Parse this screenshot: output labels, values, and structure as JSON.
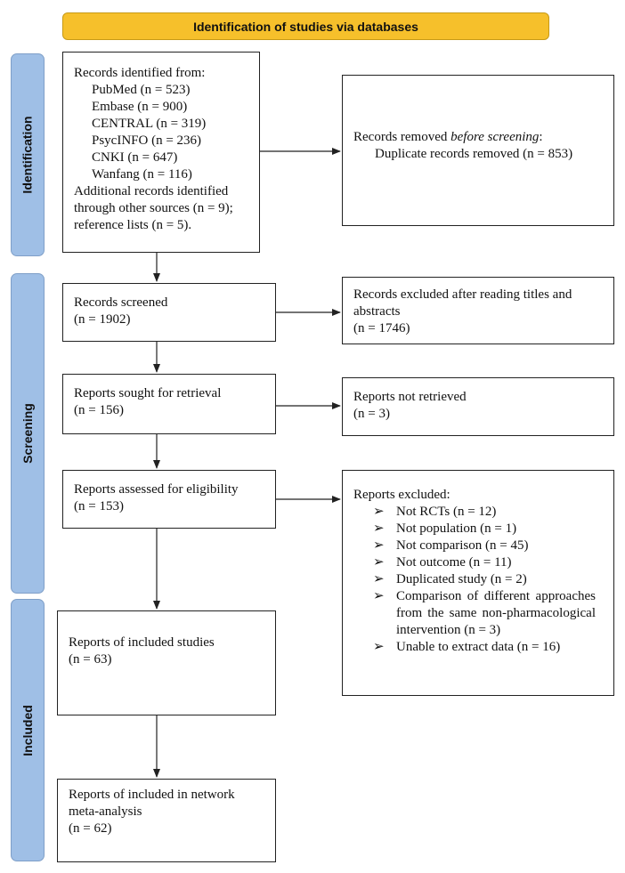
{
  "banner": {
    "title": "Identification of studies via databases"
  },
  "phases": {
    "identification": "Identification",
    "screening": "Screening",
    "included": "Included"
  },
  "identified": {
    "heading": "Records identified from:",
    "sources": [
      "PubMed (n = 523)",
      "Embase (n = 900)",
      "CENTRAL (n = 319)",
      "PsycINFO (n = 236)",
      "CNKI (n = 647)",
      "Wanfang (n = 116)"
    ],
    "additional_1": "Additional records identified",
    "additional_2": "through other sources (n = 9);",
    "additional_3": "reference lists (n = 5)."
  },
  "removed": {
    "heading_prefix": "Records removed ",
    "heading_emphasis": "before screening",
    "heading_suffix": ":",
    "detail": "Duplicate records removed (n = 853)"
  },
  "screened": {
    "label": "Records screened",
    "count": "(n = 1902)"
  },
  "excluded_titles": {
    "label_1": "Records excluded after reading titles and",
    "label_2": "abstracts",
    "count": "(n = 1746)"
  },
  "sought": {
    "label": "Reports sought for retrieval",
    "count": "(n = 156)"
  },
  "not_retrieved": {
    "label": "Reports not retrieved",
    "count": "(n = 3)"
  },
  "assessed": {
    "label": "Reports assessed for eligibility",
    "count": "(n = 153)"
  },
  "reports_excluded": {
    "heading": "Reports excluded:",
    "bullet": "➢",
    "items": [
      "Not RCTs (n = 12)",
      "Not population (n = 1)",
      "Not comparison (n = 45)",
      "Not outcome (n = 11)",
      "Duplicated study (n = 2)",
      "Comparison of different approaches from the same non-pharmacological intervention (n = 3)",
      "Unable to extract data (n = 16)"
    ]
  },
  "included_studies": {
    "label": "Reports of included studies",
    "count": "(n = 63)"
  },
  "network": {
    "label_1": "Reports of included in network",
    "label_2": "meta-analysis",
    "count": "(n = 62)"
  },
  "colors": {
    "banner": "#f6c02b",
    "phase": "#9fbfe6",
    "border": "#222222"
  }
}
